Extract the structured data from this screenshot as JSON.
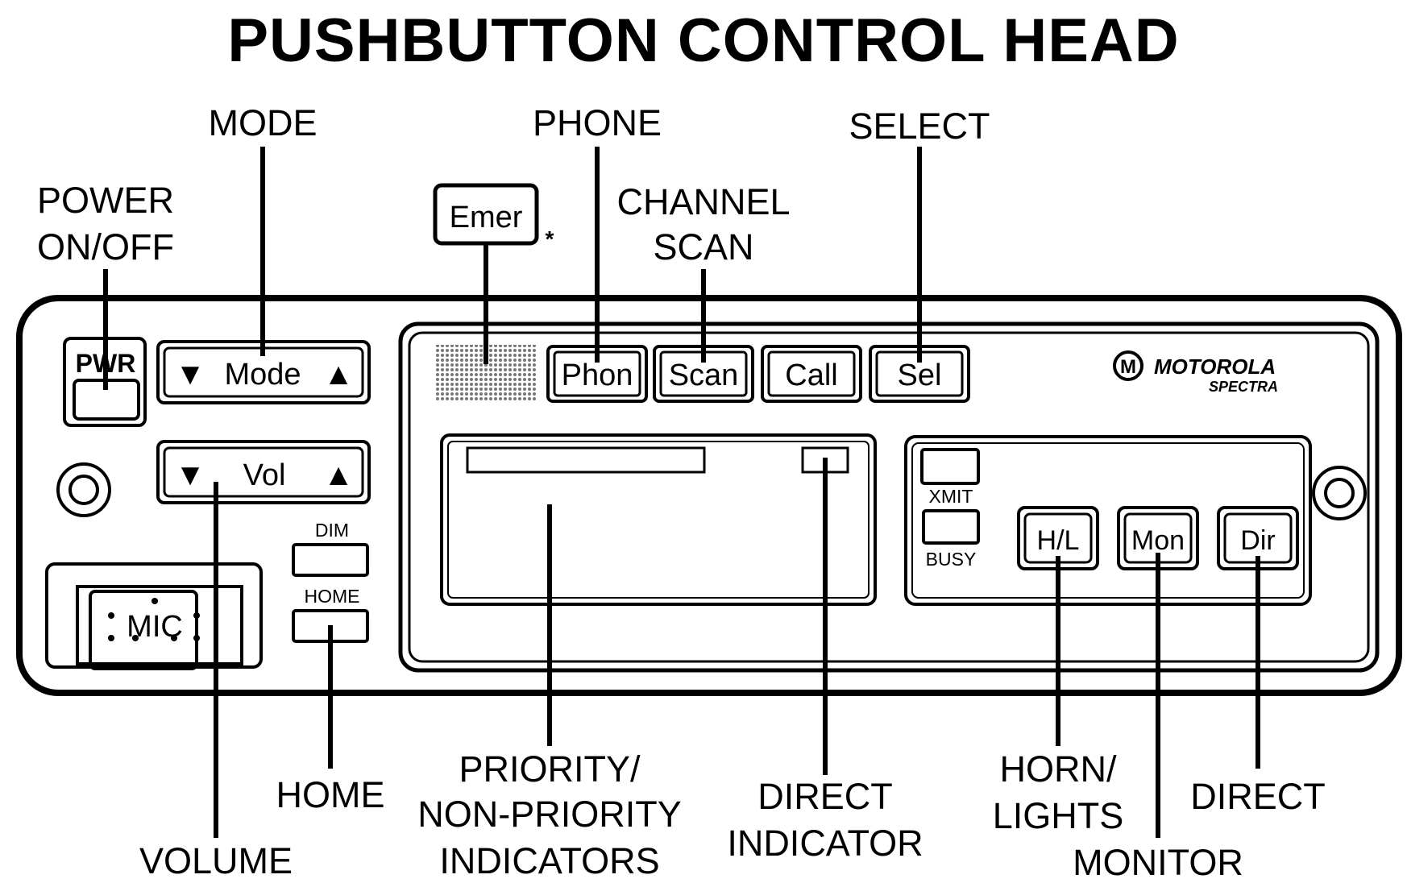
{
  "title": "PUSHBUTTON CONTROL HEAD",
  "callouts": {
    "power": [
      "POWER",
      "ON/OFF"
    ],
    "mode": "MODE",
    "phone": "PHONE",
    "channel_scan": [
      "CHANNEL",
      "SCAN"
    ],
    "select": "SELECT",
    "volume": "VOLUME",
    "home": "HOME",
    "priority": [
      "PRIORITY/",
      "NON-PRIORITY",
      "INDICATORS"
    ],
    "direct_indicator": [
      "DIRECT",
      "INDICATOR"
    ],
    "horn_lights": [
      "HORN/",
      "LIGHTS"
    ],
    "monitor": "MONITOR",
    "direct": "DIRECT"
  },
  "buttons": {
    "pwr": "PWR",
    "mode": "Mode",
    "vol": "Vol",
    "emer": "Emer",
    "emer_note": "*",
    "phon": "Phon",
    "scan": "Scan",
    "call": "Call",
    "sel": "Sel",
    "hl": "H/L",
    "mon": "Mon",
    "dir": "Dir",
    "mic": "MIC"
  },
  "arrows": {
    "down": "▼",
    "up": "▲"
  },
  "indicators": {
    "dim": "DIM",
    "home": "HOME",
    "xmit": "XMIT",
    "busy": "BUSY"
  },
  "logo": {
    "brand": "MOTOROLA",
    "model": "SPECTRA",
    "symbol": "M"
  }
}
